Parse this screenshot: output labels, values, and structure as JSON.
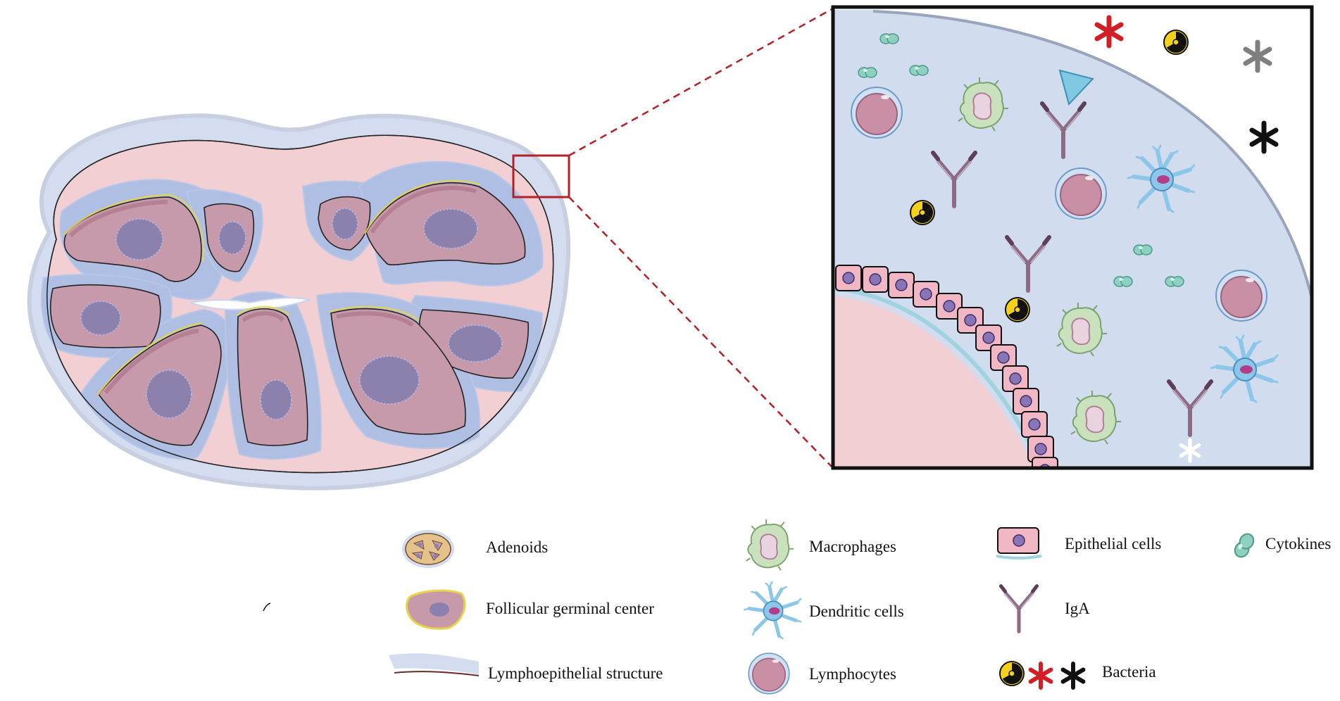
{
  "colors": {
    "capsule": "#d4ddef",
    "parenchyma": "#f1cfd3",
    "follicle": "#c79aab",
    "follicle_dark": "#a86f86",
    "follicle_outline": "#e8d34a",
    "lymphoepithelium": "#aebfe3",
    "germinal_core": "#8c80ad",
    "zoom_box_stroke": "#b52025",
    "inset_bg": "#d2dcef",
    "epithelial": "#f2b7c4",
    "epithelial_nucleus": "#8a74b8",
    "basement": "#9fd3df",
    "cytokine": "#8fd1c0",
    "macrophage": "#c9e2bd",
    "dendritic": "#8cc7ea",
    "lymphocyte": "#c88fa5",
    "iga": "#8b6b85",
    "bacteria_red": "#d11f25",
    "bacteria_black": "#111111",
    "bacteria_gray": "#7f7f7f",
    "bacteria_yellow": "#f4d21c",
    "antigen": "#7fc9e3"
  },
  "icons": {
    "adenoid": "adenoid-icon",
    "follicle": "follicle-icon",
    "lymphoepithelial": "lymphoepithelial-icon",
    "macrophage": "macrophage-icon",
    "dendritic": "dendritic-cell-icon",
    "lymphocyte": "lymphocyte-icon",
    "epithelial": "epithelial-cell-icon",
    "iga": "iga-icon",
    "bacteria": "bacteria-icon",
    "cytokine": "cytokine-icon"
  },
  "legend": {
    "adenoids": "Adenoids",
    "follicular_germinal_center": "Follicular germinal center",
    "lymphoepithelial_structure": "Lymphoepithelial structure",
    "macrophages": "Macrophages",
    "dendritic_cells": "Dendritic cells",
    "lymphocytes": "Lymphocytes",
    "epithelial_cells": "Epithelial cells",
    "iga": "IgA",
    "bacteria": "Bacteria",
    "cytokines": "Cytokines"
  }
}
